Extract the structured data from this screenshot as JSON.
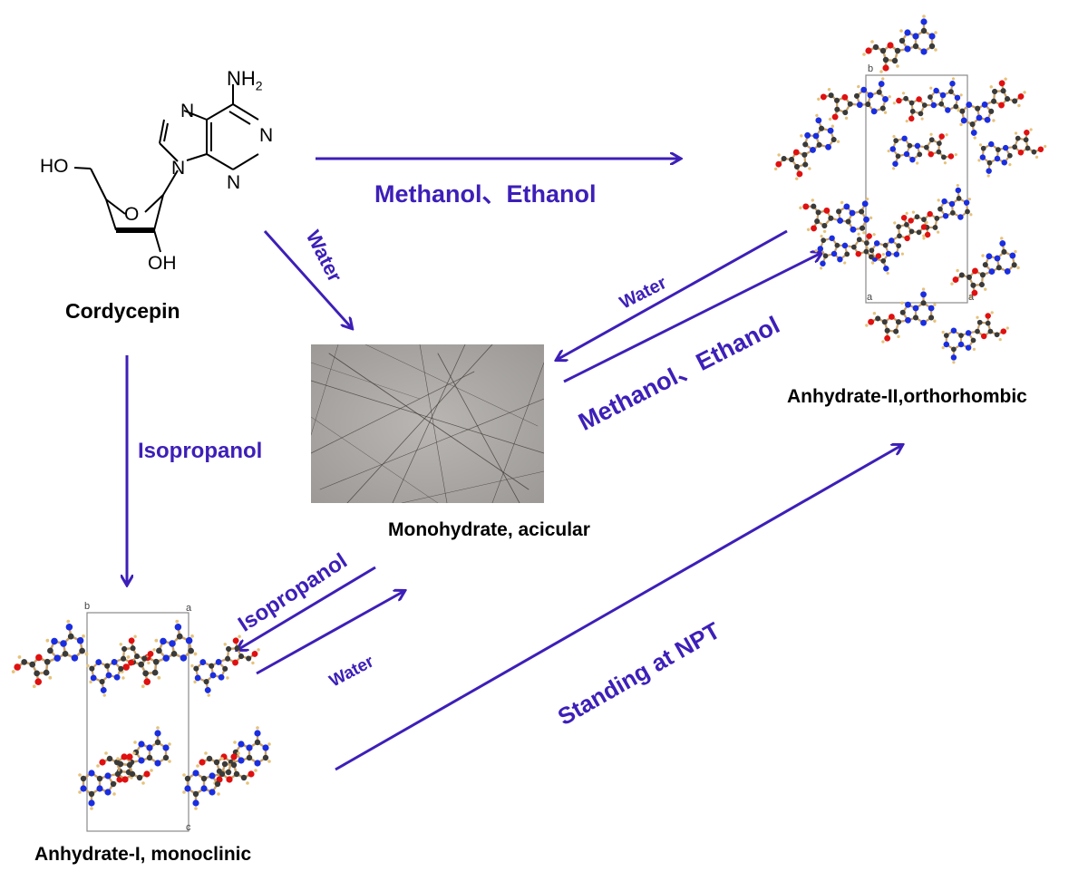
{
  "colors": {
    "arrow": "#3d1fb8",
    "label": "#3d1fb8",
    "carbon": "#3a3a3a",
    "oxygen": "#e01010",
    "nitrogen": "#1a2ee0",
    "hydrogen": "#e6c27a",
    "bond": "#c8a068"
  },
  "structure": {
    "atoms": {
      "nh2_prefix": "NH",
      "nh2_sub": "2",
      "n1": "N",
      "n3": "N",
      "n7": "N",
      "n9": "N",
      "o_ring": "O",
      "ho": "HO",
      "oh": "OH"
    }
  },
  "compounds": {
    "cordycepin": "Cordycepin",
    "monohydrate": "Monohydrate, acicular",
    "anhydrate_1": "Anhydrate-I, monoclinic",
    "anhydrate_2": "Anhydrate-II,orthorhombic"
  },
  "conditions": {
    "cordy_to_anh2": "Methanol、Ethanol",
    "cordy_to_mono": "Water",
    "anh2_to_mono": "Water",
    "mono_to_anh2": "Methanol、Ethanol",
    "cordy_to_anh1": "Isopropanol",
    "mono_to_anh1": "Isopropanol",
    "anh1_to_mono": "Water",
    "anh1_to_anh2": "Standing at NPT"
  },
  "cell_axes": {
    "anh1_b": "b",
    "anh1_a": "a",
    "anh1_c": "c",
    "anh2_b": "b",
    "anh2_a1": "a",
    "anh2_a2": "a"
  }
}
